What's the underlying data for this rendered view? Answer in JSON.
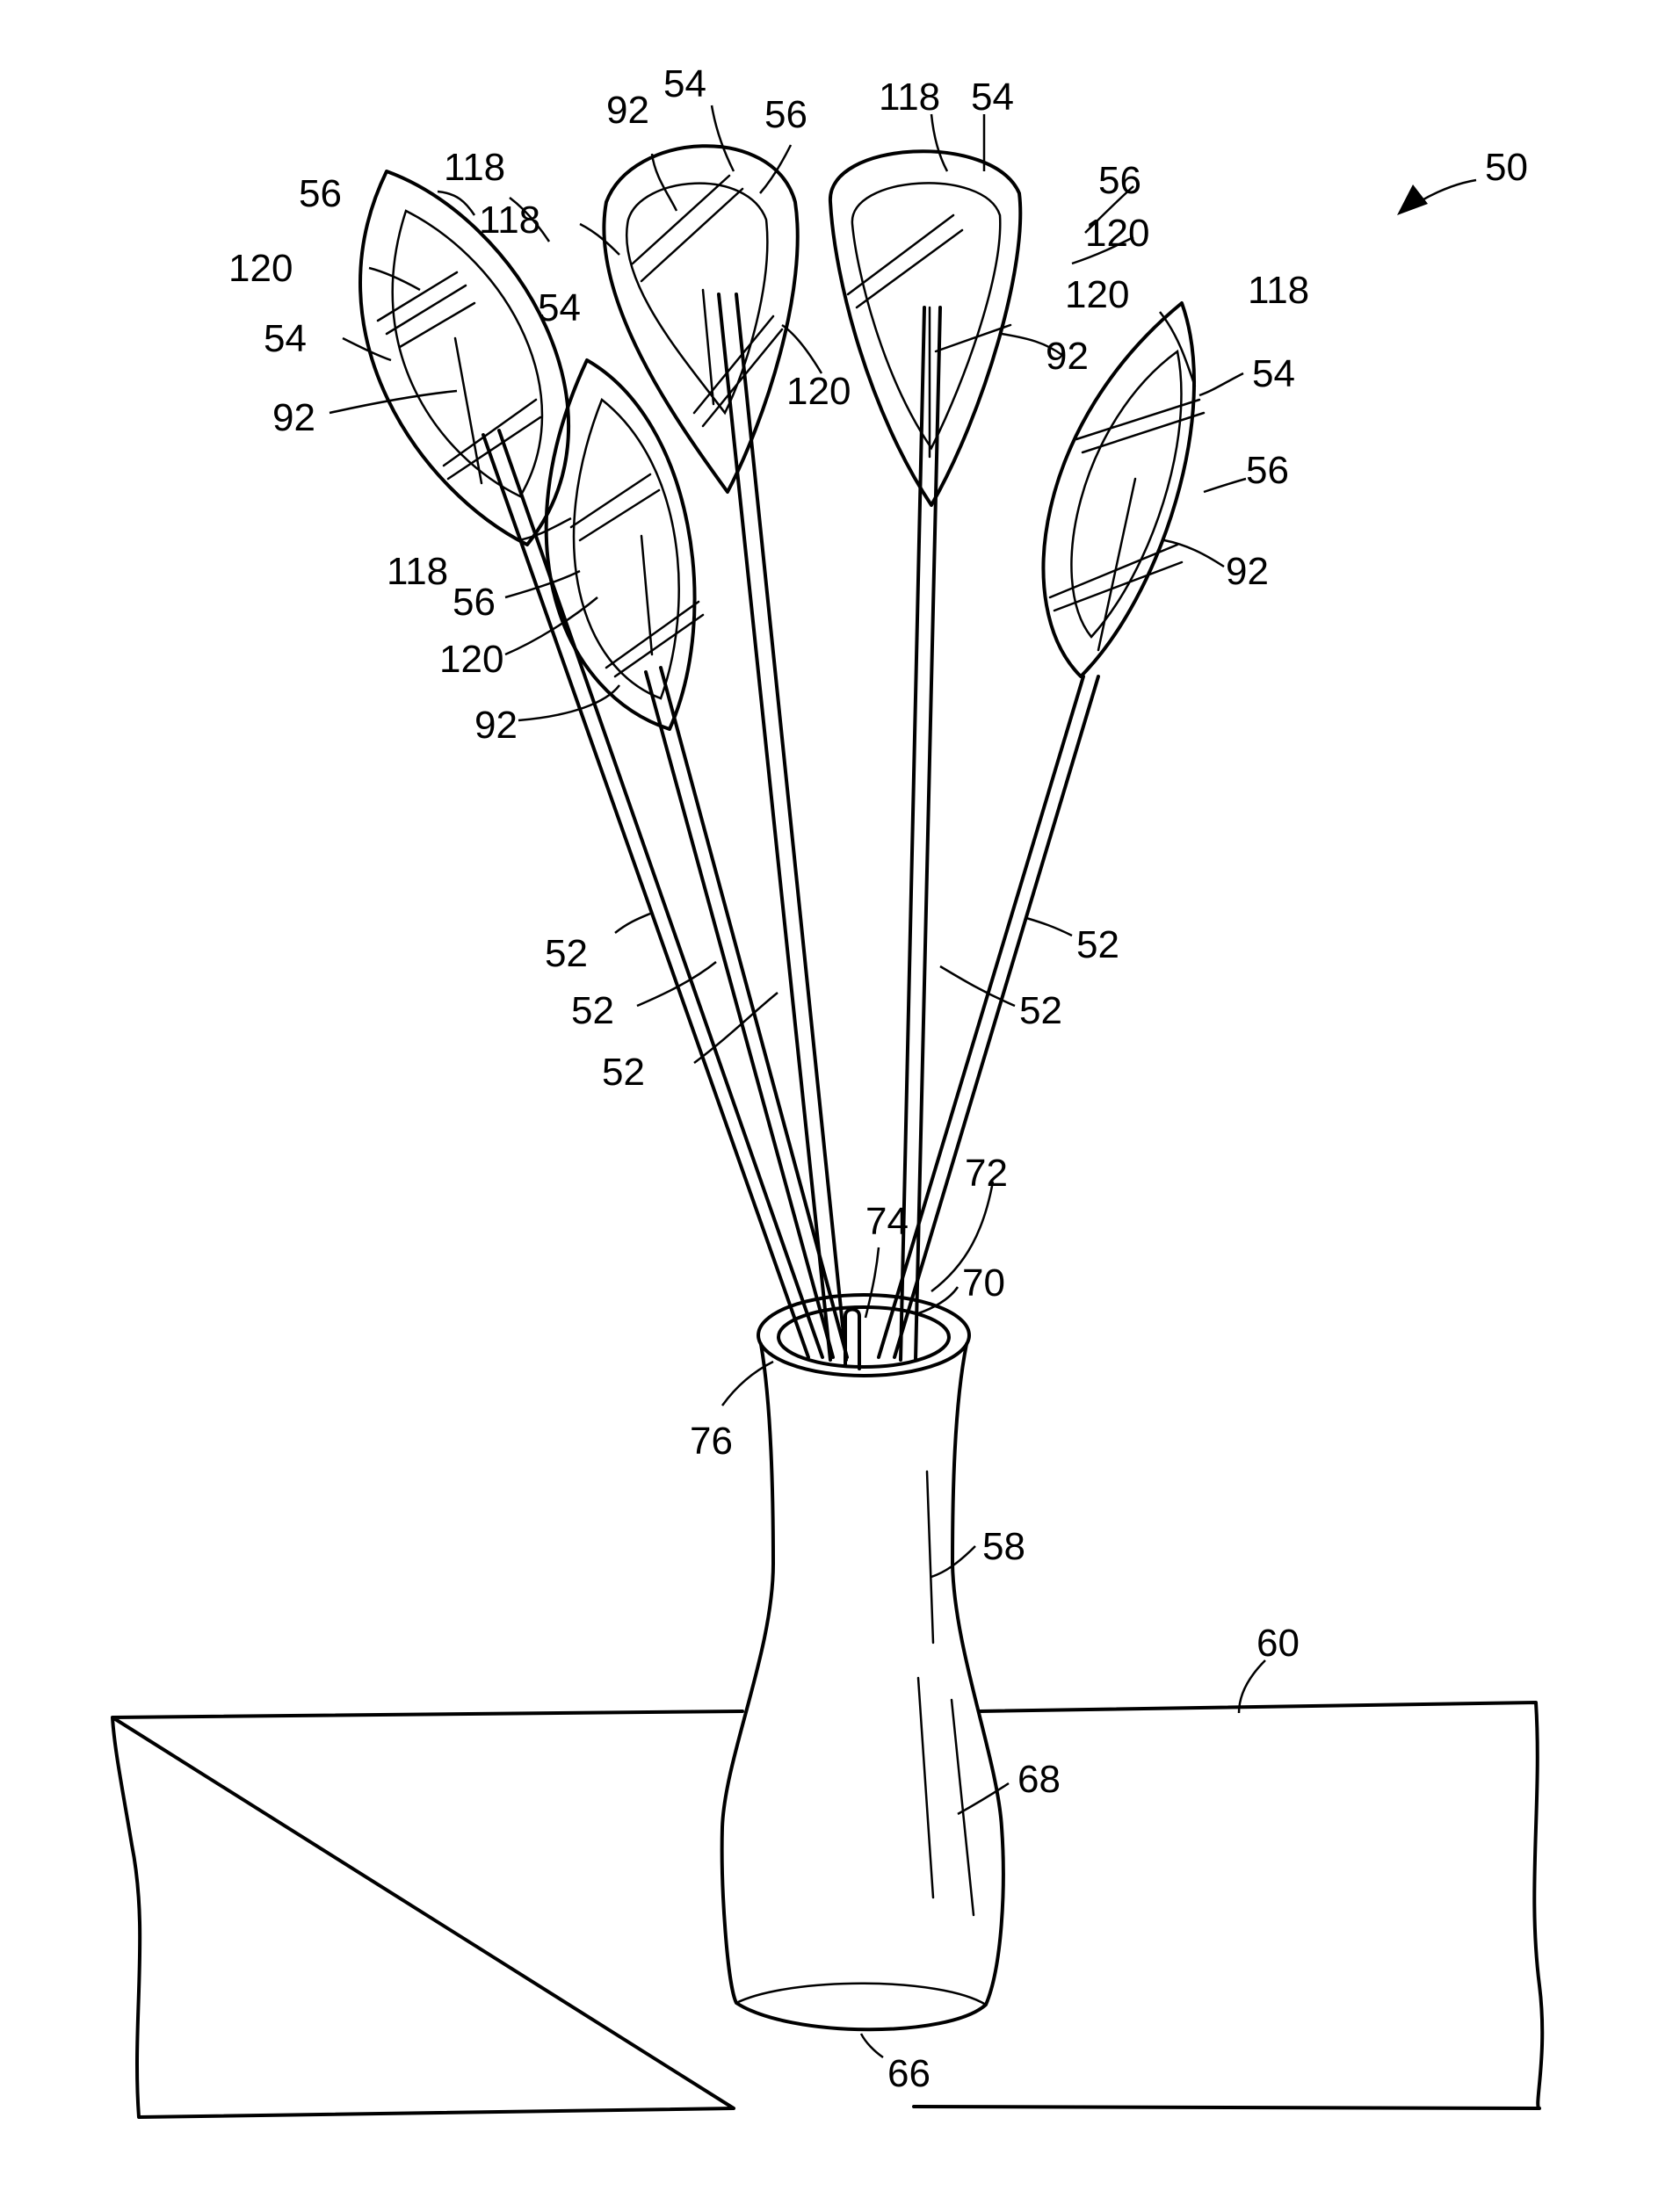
{
  "figure": {
    "labels": {
      "ref50": "50",
      "ref52": "52",
      "ref54": "54",
      "ref56": "56",
      "ref58": "58",
      "ref60": "60",
      "ref66": "66",
      "ref68": "68",
      "ref70": "70",
      "ref72": "72",
      "ref74": "74",
      "ref76": "76",
      "ref92": "92",
      "ref118": "118",
      "ref120": "120"
    },
    "colors": {
      "ink": "#000000",
      "paper": "#ffffff"
    }
  }
}
